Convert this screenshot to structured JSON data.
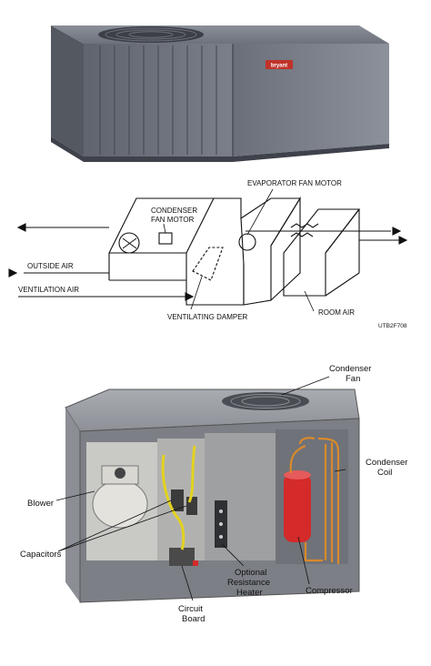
{
  "unit_photo": {
    "brand_logo": "bryant",
    "accent_color": "#c0332a"
  },
  "schematic": {
    "labels": {
      "evaporator_fan_motor": "EVAPORATOR FAN MOTOR",
      "condenser_fan_motor_line1": "CONDENSER",
      "condenser_fan_motor_line2": "FAN MOTOR",
      "outside_air": "OUTSIDE AIR",
      "ventilation_air": "VENTILATION AIR",
      "ventilating_damper": "VENTILATING DAMPER",
      "room_air": "ROOM AIR",
      "figure_code": "UTB2F708"
    }
  },
  "cutaway": {
    "labels": {
      "condenser_fan_line1": "Condenser",
      "condenser_fan_line2": "Fan",
      "condenser_coil_line1": "Condenser",
      "condenser_coil_line2": "Coil",
      "blower": "Blower",
      "capacitors": "Capacitors",
      "compressor": "Compressor",
      "circuit_board_line1": "Circuit",
      "circuit_board_line2": "Board",
      "heater_line1": "Optional",
      "heater_line2": "Resistance",
      "heater_line3": "Heater"
    },
    "colors": {
      "compressor": "#d42a2a",
      "refrigerant_tubing": "#d98a2b",
      "wiring": "#e3d21f"
    }
  }
}
